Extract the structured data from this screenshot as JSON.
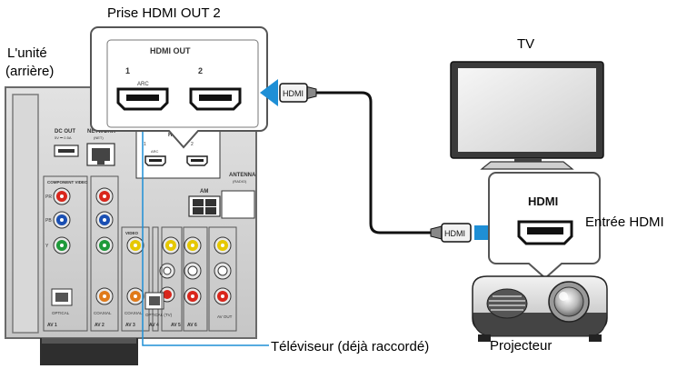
{
  "labels": {
    "hdmi_out2_jack": "Prise HDMI OUT 2",
    "unit_line1": "L'unité",
    "unit_line2": "(arrière)",
    "tv": "TV",
    "hdmi_input": "Entrée HDMI",
    "projector": "Projecteur",
    "tv_connected": "Téléviseur (déjà raccordé)"
  },
  "zoom_panel": {
    "title": "HDMI OUT",
    "port1": "1",
    "port2": "2",
    "arc": "ARC"
  },
  "projector_callout": {
    "title": "HDMI"
  },
  "cable": {
    "plug_label": "HDMI"
  },
  "rear_panel": {
    "dc_out": "DC OUT",
    "dc_out_sub": "5V ⎓ 0.5A",
    "network": "NETWORK",
    "network_sub": "(NET)",
    "hdmi_out": "HDMI OUT",
    "port1": "1",
    "port2": "2",
    "arc": "ARC",
    "antenna": "ANTENNA",
    "antenna_sub": "(RADIO)",
    "am": "AM",
    "component_video": "COMPONENT VIDEO",
    "pb": "PB",
    "pr": "PR",
    "y": "Y",
    "video": "VIDEO",
    "optical": "OPTICAL",
    "coaxial": "COAXIAL",
    "coaxial2": "COAXIAL",
    "optical_tv": "OPTICAL (TV)",
    "av1": "AV 1",
    "av2": "AV 2",
    "av3": "AV 3",
    "av4": "AV 4",
    "av5": "AV 5",
    "av6": "AV 6",
    "av_out": "AV OUT"
  },
  "colors": {
    "arrow": "#1e8fd6",
    "zoom_line": "#1e8fd6",
    "panel_fill": "#d4d4d4",
    "panel_dark": "#6a6a6a",
    "jack_red": "#d9261c",
    "jack_blue": "#1a4fb3",
    "jack_green": "#1e9a3a",
    "jack_orange": "#e07a1a"
  }
}
